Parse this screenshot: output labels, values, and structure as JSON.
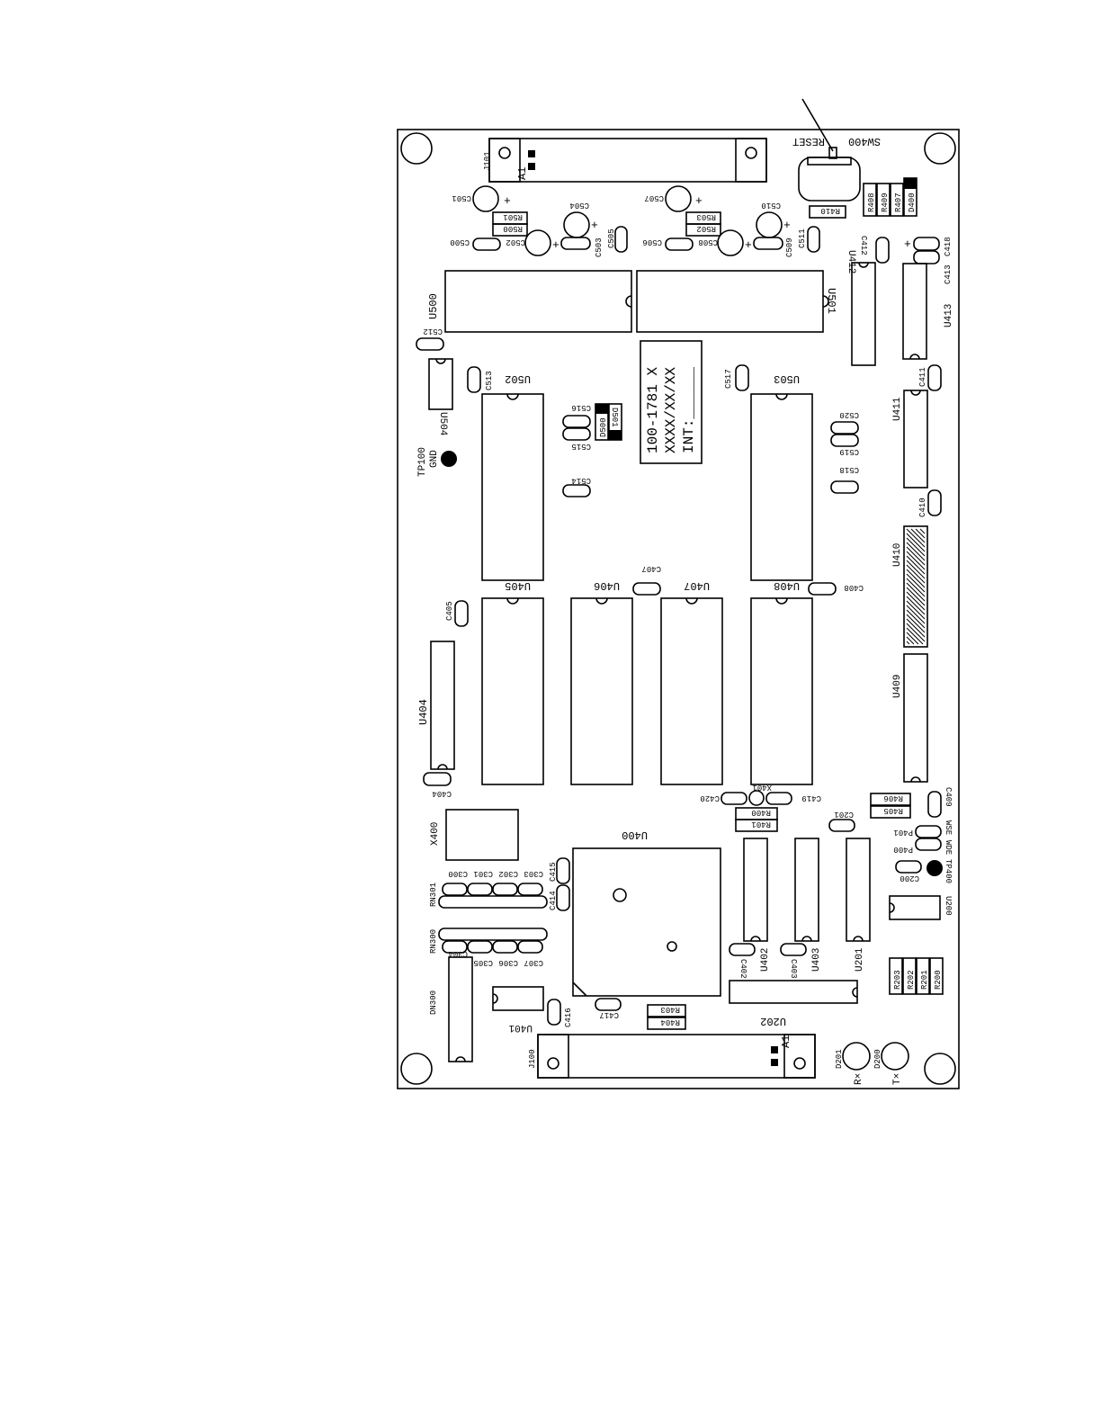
{
  "switch": {
    "ref": "SW400",
    "label": "RESET"
  },
  "connectors": {
    "j101": "J101",
    "j100": "J100",
    "pin_a1": "A1"
  },
  "version_label": {
    "line1": "100-1781 X",
    "line2": "XXXX/XX/XX",
    "line3": "INT:______"
  },
  "test_points": {
    "tp100": "TP100",
    "tp100_net": "GND",
    "tp400": "TP400",
    "wde": "WDE",
    "wse": "WSE"
  },
  "leds": {
    "d201": "D201",
    "d201_sig": "R×",
    "d200": "D200",
    "d200_sig": "T×"
  },
  "ics": {
    "u500": "U500",
    "u501": "U501",
    "u502": "U502",
    "u503": "U503",
    "u504": "U504",
    "u405": "U405",
    "u406": "U406",
    "u407": "U407",
    "u408": "U408",
    "u404": "U404",
    "u409": "U409",
    "u410": "U410",
    "u411": "U411",
    "u412": "U412",
    "u413": "U413",
    "u400": "U400",
    "u401": "U401",
    "u402": "U402",
    "u403": "U403",
    "u200": "U200",
    "u201": "U201",
    "u202": "U202",
    "x400": "X400",
    "x401": "X401",
    "rn300": "RN300",
    "rn301": "RN301",
    "dn300": "DN300"
  },
  "caps": {
    "c500": "C500",
    "c501": "C501",
    "c502": "C502",
    "c503": "C503",
    "c504": "C504",
    "c505": "C505",
    "c506": "C506",
    "c507": "C507",
    "c508": "C508",
    "c509": "C509",
    "c510": "C510",
    "c511": "C511",
    "c512": "C512",
    "c513": "C513",
    "c514": "C514",
    "c515": "C515",
    "c516": "C516",
    "c517": "C517",
    "c518": "C518",
    "c519": "C519",
    "c520": "C520",
    "c404": "C404",
    "c405": "C405",
    "c407": "C407",
    "c408": "C408",
    "c409": "C409",
    "c410": "C410",
    "c411": "C411",
    "c412": "C412",
    "c413": "C413",
    "c414": "C414",
    "c415": "C415",
    "c416": "C416",
    "c417": "C417",
    "c418": "C418",
    "c419": "C419",
    "c420": "C420",
    "c402": "C402",
    "c403": "C403",
    "c200": "C200",
    "c201": "C201",
    "c300": "C300",
    "c301": "C301",
    "c302": "C302",
    "c303": "C303",
    "c304": "C304",
    "c305": "C305",
    "c306": "C306",
    "c307": "C307"
  },
  "resistors": {
    "r500": "R500",
    "r501": "R501",
    "r502": "R502",
    "r503": "R503",
    "r400": "R400",
    "r401": "R401",
    "r403": "R403",
    "r404": "R404",
    "r405": "R405",
    "r406": "R406",
    "r407": "R407",
    "r408": "R408",
    "r409": "R409",
    "r410": "R410",
    "r200": "R200",
    "r201": "R201",
    "r202": "R202",
    "r203": "R203"
  },
  "diodes": {
    "d400": "D400",
    "d500": "D500",
    "d501": "D501"
  },
  "jumpers": {
    "p400": "P400",
    "p401": "P401"
  },
  "polarity_mark": "+"
}
